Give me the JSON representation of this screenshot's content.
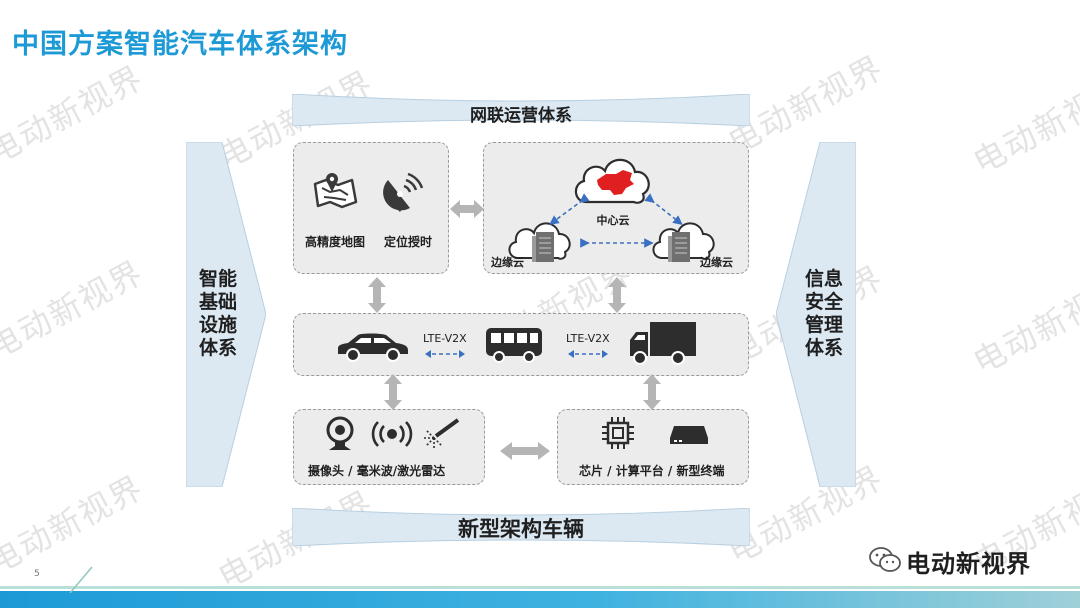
{
  "title": "中国方案智能汽车体系架构",
  "watermark_text": "电动新视界",
  "top_band": {
    "label": "网联运营体系",
    "color": "#dce9f3"
  },
  "bottom_band": {
    "label": "新型架构车辆",
    "color": "#dce9f3"
  },
  "left_side": {
    "lines": [
      "智能",
      "基础",
      "设施",
      "体系"
    ]
  },
  "right_side": {
    "lines": [
      "信息",
      "安全",
      "管理",
      "体系"
    ]
  },
  "map_panel": {
    "items": [
      {
        "label": "高精度地图",
        "icon": "map-icon"
      },
      {
        "label": "定位授时",
        "icon": "satellite-dish-icon"
      }
    ]
  },
  "cloud_panel": {
    "center": "中心云",
    "edge_left": "边缘云",
    "edge_right": "边缘云"
  },
  "vehicle_panel": {
    "links": [
      "LTE-V2X",
      "LTE-V2X"
    ],
    "vehicles": [
      "car-icon",
      "bus-icon",
      "truck-icon"
    ]
  },
  "sensor_panel": {
    "label": "摄像头 / 毫米波/激光雷达",
    "icons": [
      "camera-icon",
      "radar-icon",
      "lidar-icon"
    ]
  },
  "chip_panel": {
    "label": "芯片 / 计算平台 / 新型终端",
    "icons": [
      "chip-icon",
      "terminal-icon"
    ]
  },
  "page_number": "5",
  "brand": {
    "name": "电动新视界",
    "icon": "wechat-icon"
  },
  "colors": {
    "accent": "#1d9ad6",
    "china_red": "#e02020",
    "arrow_gray": "#b5b5b5",
    "dash_blue": "#3a70c0"
  }
}
